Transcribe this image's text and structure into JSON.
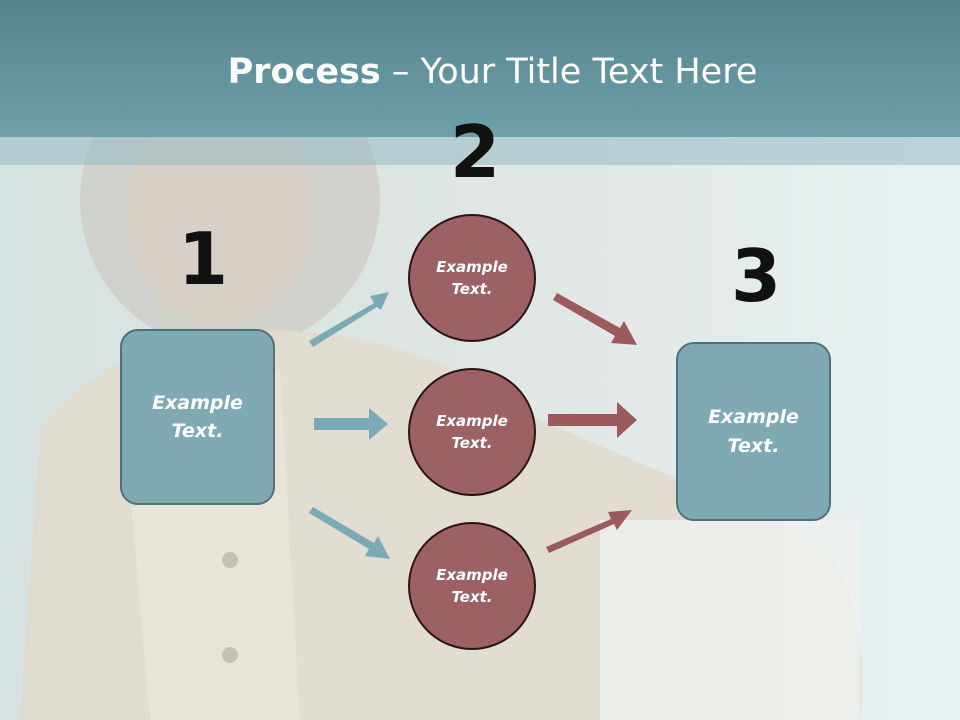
{
  "slide": {
    "title_bold": "Process",
    "title_rest": " – Your Title Text Here",
    "steps": [
      "1",
      "2",
      "3"
    ],
    "box_left": "Example Text.",
    "box_right": "Example Text.",
    "circles": [
      "Example Text.",
      "Example Text.",
      "Example Text."
    ]
  },
  "colors": {
    "header": "#6f9fa9",
    "box_fill": "#7faab4",
    "circle_fill": "#9c6162",
    "arrow_blue": "#7aaab5",
    "arrow_red": "#9c5a5c"
  }
}
